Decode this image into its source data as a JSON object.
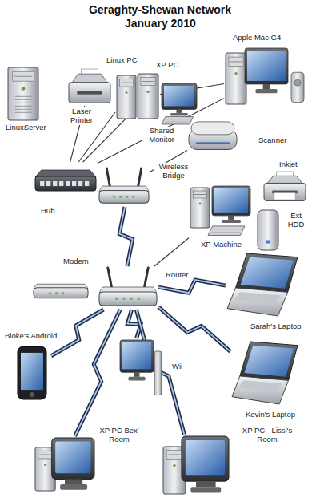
{
  "diagram": {
    "title": "Geraghty-Shewan Network",
    "nodes": [
      {
        "text": [
          "LinuxServer"
        ]
      },
      {
        "text": [
          "Linux PC"
        ]
      },
      {
        "text": [
          "XP PC"
        ]
      },
      {
        "text": [
          "Apple Mac G4"
        ]
      },
      {
        "text": [
          "Laser Printer"
        ]
      },
      {
        "text": [
          "Shared Monitor"
        ]
      },
      {
        "text": [
          "Scanner"
        ]
      },
      {
        "text": [
          "Wireless Bridge"
        ]
      },
      {
        "text": [
          "Inkjet"
        ]
      },
      {
        "text": [
          "Hub"
        ]
      },
      {
        "text": [
          "Ext HDD"
        ]
      },
      {
        "text": [
          "XP Machine"
        ]
      },
      {
        "text": [
          "Modem"
        ]
      },
      {
        "text": [
          "Router"
        ]
      },
      {
        "text": [
          "Bloke's Android"
        ]
      },
      {
        "text": [
          "Sarah's Laptop"
        ]
      },
      {
        "text": [
          "Wii"
        ]
      },
      {
        "text": [
          "Kevin's Laptop"
        ]
      },
      {
        "text": [
          "XP PC Bex' Room"
        ]
      },
      {
        "text": [
          "XP PC - Lissi's Room"
        ]
      }
    ],
    "edges": [
      {
        "from": 9,
        "to": 4,
        "arrow": "none"
      },
      {
        "from": 9,
        "to": 1,
        "arrow": "none"
      },
      {
        "from": 9,
        "to": 2,
        "arrow": "none"
      },
      {
        "from": 9,
        "to": 3,
        "arrow": "none"
      },
      {
        "from": 9,
        "to": 7,
        "arrow": "none"
      },
      {
        "from": 7,
        "to": 6,
        "arrow": "none"
      },
      {
        "from": 2,
        "to": 3,
        "arrow": "none"
      },
      {
        "from": 2,
        "to": 5,
        "arrow": "none"
      },
      {
        "from": 11,
        "to": 13,
        "arrow": "none"
      },
      {
        "from": 7,
        "to": 13,
        "arrow": "none"
      },
      {
        "from": 13,
        "to": 15,
        "arrow": "none"
      },
      {
        "from": 13,
        "to": 14,
        "arrow": "none"
      },
      {
        "from": 13,
        "to": 16,
        "arrow": "none"
      },
      {
        "from": 13,
        "to": 17,
        "arrow": "none"
      },
      {
        "from": 13,
        "to": 18,
        "arrow": "none"
      },
      {
        "from": 13,
        "to": 19,
        "arrow": "none"
      }
    ],
    "labels": [
      "January 2010"
    ]
  }
}
